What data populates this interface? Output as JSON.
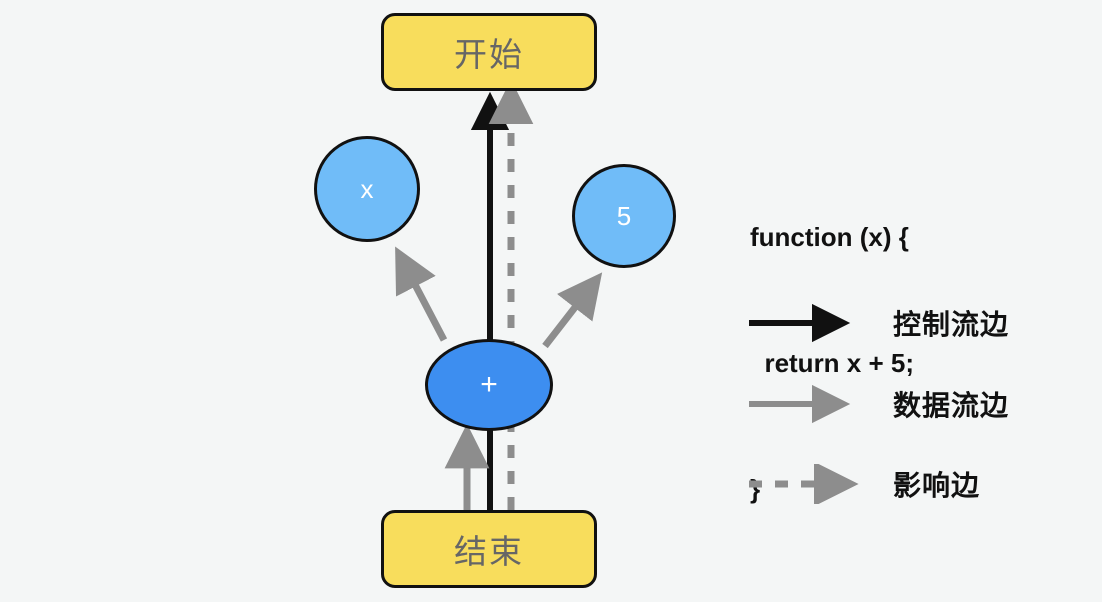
{
  "diagram": {
    "background_color": "#f4f6f6",
    "nodes": [
      {
        "id": "start",
        "label": "开始",
        "shape": "rounded-rect",
        "color": "#f8dd5c"
      },
      {
        "id": "x",
        "label": "x",
        "shape": "circle",
        "color": "#70bcf8"
      },
      {
        "id": "five",
        "label": "5",
        "shape": "circle",
        "color": "#70bcf8"
      },
      {
        "id": "plus",
        "label": "+",
        "shape": "ellipse",
        "color": "#3d8ef0"
      },
      {
        "id": "end",
        "label": "结束",
        "shape": "rounded-rect",
        "color": "#f8dd5c"
      }
    ],
    "code": {
      "line1": "function (x) {",
      "line2": "  return x + 5;",
      "line3": "}"
    },
    "legend": {
      "items": [
        {
          "glyph": "solid-arrow-black-icon",
          "label": "控制流边",
          "color": "#111111",
          "style": "solid"
        },
        {
          "glyph": "solid-arrow-gray-icon",
          "label": "数据流边",
          "color": "#8d8d8d",
          "style": "solid"
        },
        {
          "glyph": "dashed-arrow-gray-icon",
          "label": "影响边",
          "color": "#8d8d8d",
          "style": "dashed"
        }
      ]
    }
  }
}
